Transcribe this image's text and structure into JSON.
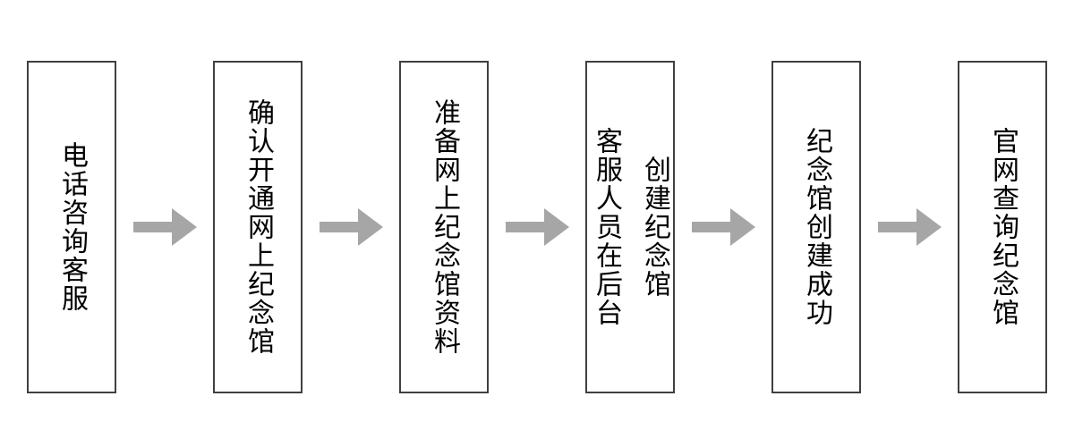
{
  "flow": {
    "direction": "left-to-right",
    "steps": [
      {
        "id": 1,
        "lines": [
          "电话咨询客服"
        ]
      },
      {
        "id": 2,
        "lines": [
          "确认开通网上纪念馆"
        ]
      },
      {
        "id": 3,
        "lines": [
          "准备网上纪念馆资料"
        ]
      },
      {
        "id": 4,
        "lines": [
          "客服人员在后台",
          "创建纪念馆"
        ]
      },
      {
        "id": 5,
        "lines": [
          "纪念馆创建成功"
        ]
      },
      {
        "id": 6,
        "lines": [
          "官网查询纪念馆"
        ]
      }
    ],
    "connector": "arrow-right"
  },
  "colors": {
    "box_border": "#404040",
    "arrow": "#a6a6a6",
    "text": "#000000",
    "background": "#ffffff"
  }
}
